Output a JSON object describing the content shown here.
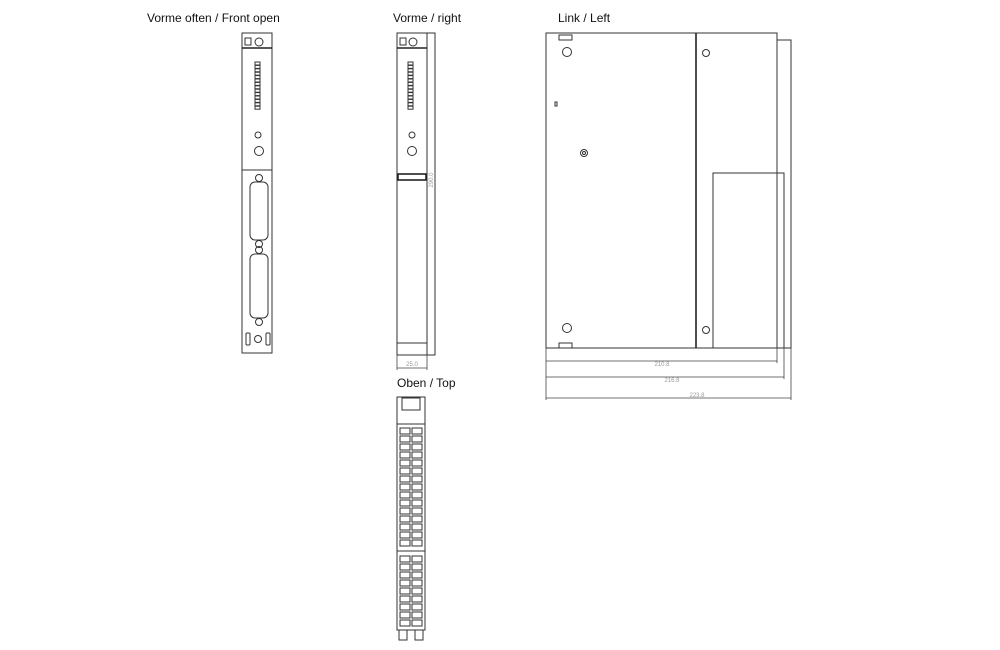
{
  "views": {
    "front_open": {
      "title": "Vorme often / Front open"
    },
    "front_right": {
      "title": "Vorme / right",
      "height_dim": "290.0",
      "width_dim": "25.0"
    },
    "top": {
      "title": "Oben / Top"
    },
    "left": {
      "title": "Link / Left",
      "depth_dims": [
        "210.8",
        "216.8",
        "223.8"
      ]
    }
  }
}
